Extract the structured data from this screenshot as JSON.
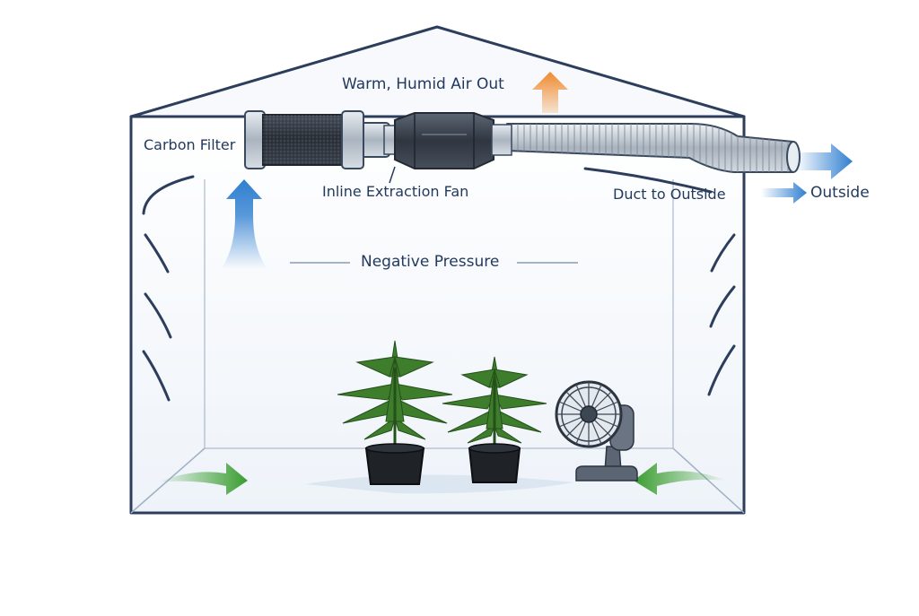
{
  "labels": {
    "exhaust": "Warm, Humid Air Out",
    "carbon_filter": "Carbon Filter",
    "inline_fan": "Inline Extraction Fan",
    "duct": "Duct to Outside",
    "outside": "Outside",
    "pressure": "Negative Pressure"
  },
  "colors": {
    "outline": "#2c3e5c",
    "label_text": "#233a5e",
    "airflow_blue": "#2f7fd0",
    "exhaust_orange": "#ef8a2e",
    "intake_green": "#3a9d2f",
    "filter_dark": "#2d333c",
    "fan_body": "#3d4653",
    "duct_silver": "#b9c2cc",
    "leaf_green": "#3e7d2c",
    "pot_black": "#1f2328"
  },
  "icons": [
    "carbon-filter-icon",
    "inline-fan-icon",
    "flex-duct-icon",
    "plant-icon",
    "oscillating-fan-icon",
    "arrow-icon"
  ]
}
